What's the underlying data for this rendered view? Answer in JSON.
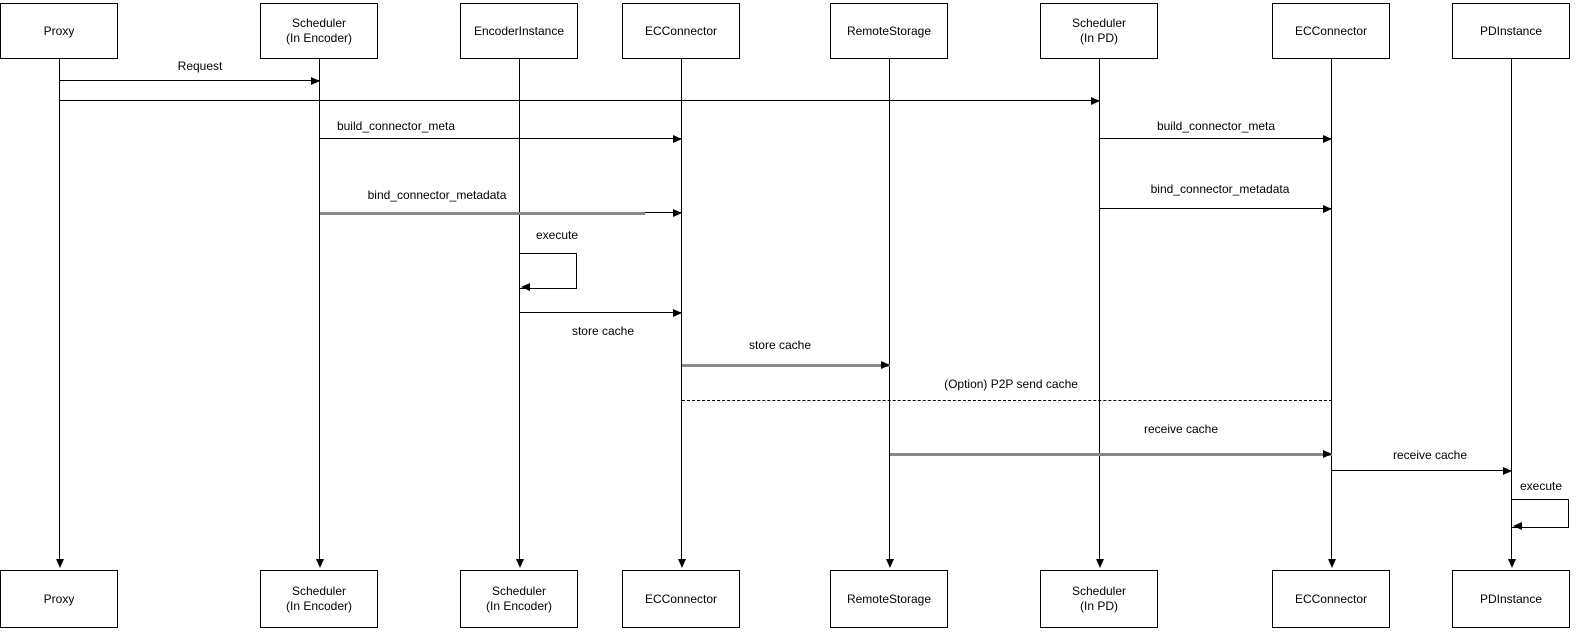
{
  "diagram": {
    "type": "sequence-diagram",
    "background_color": "#ffffff",
    "line_color": "#000000",
    "accent_line_color": "#888888",
    "actors": [
      {
        "name": "proxy",
        "top": [
          "Proxy"
        ],
        "bottom": [
          "Proxy"
        ]
      },
      {
        "name": "scheduler-in-encoder",
        "top": [
          "Scheduler",
          "(In Encoder)"
        ],
        "bottom": [
          "Scheduler",
          "(In Encoder)"
        ]
      },
      {
        "name": "encoder-instance",
        "top": [
          "EncoderInstance"
        ],
        "bottom": [
          "Scheduler",
          "(In Encoder)"
        ]
      },
      {
        "name": "ec-connector-encoder",
        "top": [
          "ECConnector"
        ],
        "bottom": [
          "ECConnector"
        ]
      },
      {
        "name": "remote-storage",
        "top": [
          "RemoteStorage"
        ],
        "bottom": [
          "RemoteStorage"
        ]
      },
      {
        "name": "scheduler-in-pd",
        "top": [
          "Scheduler",
          "(In PD)"
        ],
        "bottom": [
          "Scheduler",
          "(In PD)"
        ]
      },
      {
        "name": "ec-connector-pd",
        "top": [
          "ECConnector"
        ],
        "bottom": [
          "ECConnector"
        ]
      },
      {
        "name": "pd-instance",
        "top": [
          "PDInstance"
        ],
        "bottom": [
          "PDInstance"
        ]
      }
    ],
    "messages": [
      {
        "label": "Request",
        "from": "Proxy",
        "to": "Scheduler (In Encoder)",
        "style": "solid"
      },
      {
        "label": "",
        "from": "Proxy",
        "to": "Scheduler (In PD)",
        "style": "solid"
      },
      {
        "label": "build_connector_meta",
        "from": "Scheduler (In Encoder)",
        "to": "ECConnector",
        "style": "solid"
      },
      {
        "label": "build_connector_meta",
        "from": "Scheduler (In PD)",
        "to": "ECConnector",
        "style": "solid"
      },
      {
        "label": "bind_connector_metadata",
        "from": "Scheduler (In Encoder)",
        "to": "ECConnector",
        "style": "solid-gray"
      },
      {
        "label": "bind_connector_metadata",
        "from": "Scheduler (In PD)",
        "to": "ECConnector",
        "style": "solid"
      },
      {
        "label": "execute",
        "from": "EncoderInstance",
        "to": "EncoderInstance",
        "style": "self"
      },
      {
        "label": "store cache",
        "from": "EncoderInstance",
        "to": "ECConnector",
        "style": "solid"
      },
      {
        "label": "store cache",
        "from": "ECConnector",
        "to": "RemoteStorage",
        "style": "solid-gray"
      },
      {
        "label": "(Option) P2P send cache",
        "from": "ECConnector",
        "to": "ECConnector (PD)",
        "style": "dashed"
      },
      {
        "label": "receive cache",
        "from": "RemoteStorage",
        "to": "ECConnector (PD)",
        "style": "solid-gray"
      },
      {
        "label": "receive cache",
        "from": "ECConnector (PD)",
        "to": "PDInstance",
        "style": "solid"
      },
      {
        "label": "execute",
        "from": "PDInstance",
        "to": "PDInstance",
        "style": "self"
      }
    ]
  }
}
